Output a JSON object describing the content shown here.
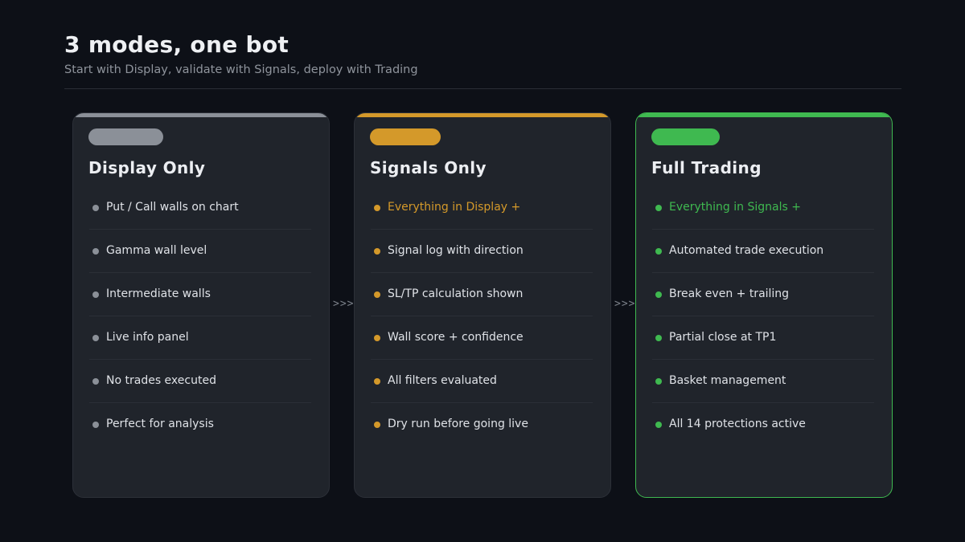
{
  "header": {
    "title": "3 modes, one bot",
    "subtitle": "Start with Display, validate with Signals, deploy with Trading"
  },
  "colors": {
    "background": "#0d1017",
    "display_accent": "#8b9098",
    "signals_accent": "#d4992a",
    "trading_accent": "#3fb950"
  },
  "arrows": {
    "first": ">>>",
    "second": ">>>"
  },
  "cards": [
    {
      "title": "Display Only",
      "accent": "#8b9098",
      "items": [
        {
          "text": "Put / Call walls on chart",
          "highlight": false
        },
        {
          "text": "Gamma wall level",
          "highlight": false
        },
        {
          "text": "Intermediate walls",
          "highlight": false
        },
        {
          "text": "Live info panel",
          "highlight": false
        },
        {
          "text": "No trades executed",
          "highlight": false
        },
        {
          "text": "Perfect for analysis",
          "highlight": false
        }
      ]
    },
    {
      "title": "Signals Only",
      "accent": "#d4992a",
      "items": [
        {
          "text": "Everything in Display +",
          "highlight": true
        },
        {
          "text": "Signal log with direction",
          "highlight": false
        },
        {
          "text": "SL/TP calculation shown",
          "highlight": false
        },
        {
          "text": "Wall score + confidence",
          "highlight": false
        },
        {
          "text": "All filters evaluated",
          "highlight": false
        },
        {
          "text": "Dry run before going live",
          "highlight": false
        }
      ]
    },
    {
      "title": "Full Trading",
      "accent": "#3fb950",
      "items": [
        {
          "text": "Everything in Signals +",
          "highlight": true
        },
        {
          "text": "Automated trade execution",
          "highlight": false
        },
        {
          "text": "Break even + trailing",
          "highlight": false
        },
        {
          "text": "Partial close at TP1",
          "highlight": false
        },
        {
          "text": "Basket management",
          "highlight": false
        },
        {
          "text": "All 14 protections active",
          "highlight": false
        }
      ]
    }
  ]
}
